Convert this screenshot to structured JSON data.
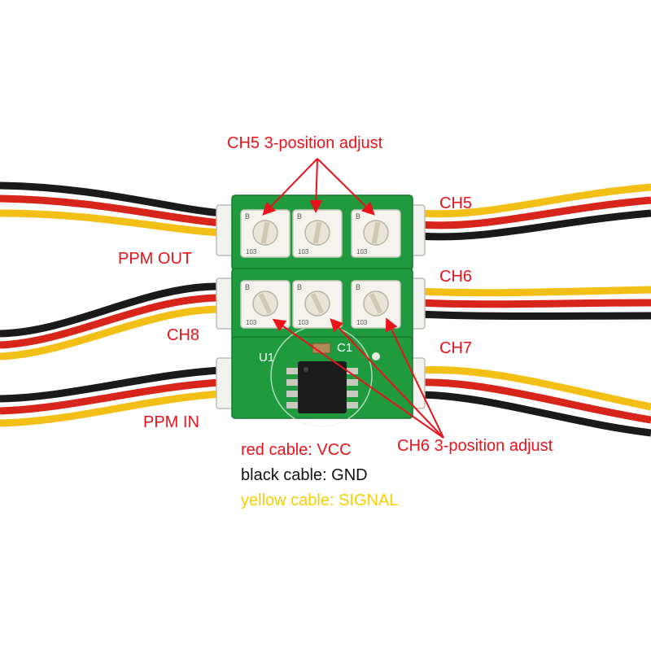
{
  "callouts": {
    "ch5_adjust": "CH5 3-position adjust",
    "ch6_adjust": "CH6 3-position adjust",
    "ppm_out": "PPM OUT",
    "ppm_in": "PPM IN",
    "ch5": "CH5",
    "ch6": "CH6",
    "ch7": "CH7",
    "ch8": "CH8"
  },
  "legend": {
    "red": "red cable: VCC",
    "black": "black cable: GND",
    "yellow": "yellow cable: SIGNAL"
  },
  "silkscreen": {
    "u1": "U1",
    "c1": "C1",
    "pot_code": "103",
    "pot_b": "B"
  },
  "colors": {
    "label_red": "#e8131b",
    "cable_red": "#d8251c",
    "cable_black": "#1a1a1a",
    "cable_yellow": "#f2bf16",
    "pcb_green": "#1f9a3f",
    "legend_yellow": "#f6cf00"
  }
}
